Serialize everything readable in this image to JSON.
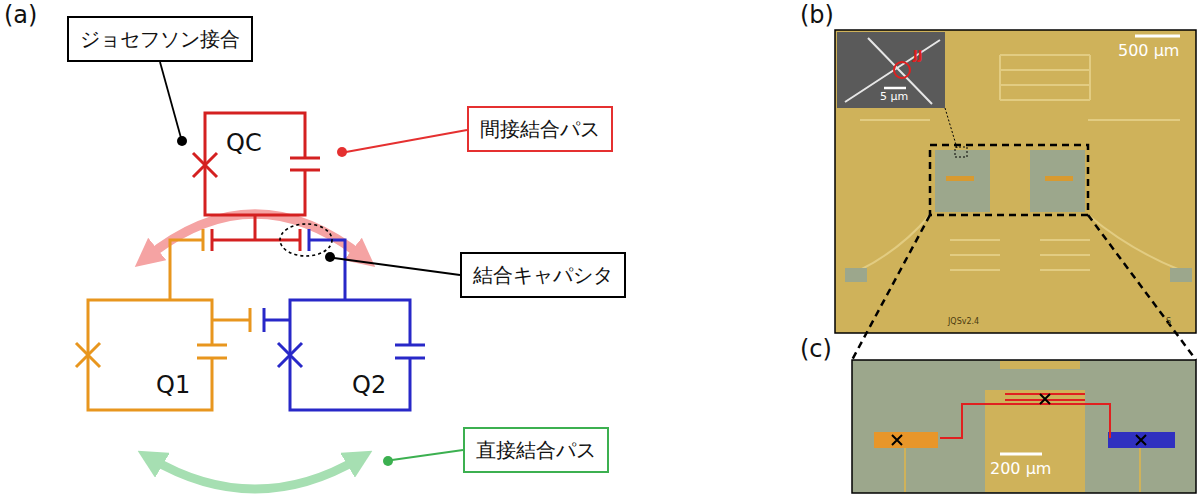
{
  "diagram": {
    "nodes": [
      {
        "text": [
          "ジョセフソン接合"
        ]
      },
      {
        "text": [
          "間接結合パス"
        ]
      },
      {
        "text": [
          "結合キャパシタ"
        ]
      },
      {
        "text": [
          "直接結合パス"
        ]
      }
    ],
    "labels": [
      "(a)",
      "QC",
      "Q1",
      "Q2",
      "(b)",
      "500 µm",
      "5 µm",
      "JJ",
      "JQSv2.4",
      "S",
      "(c)",
      "200 µm"
    ]
  }
}
